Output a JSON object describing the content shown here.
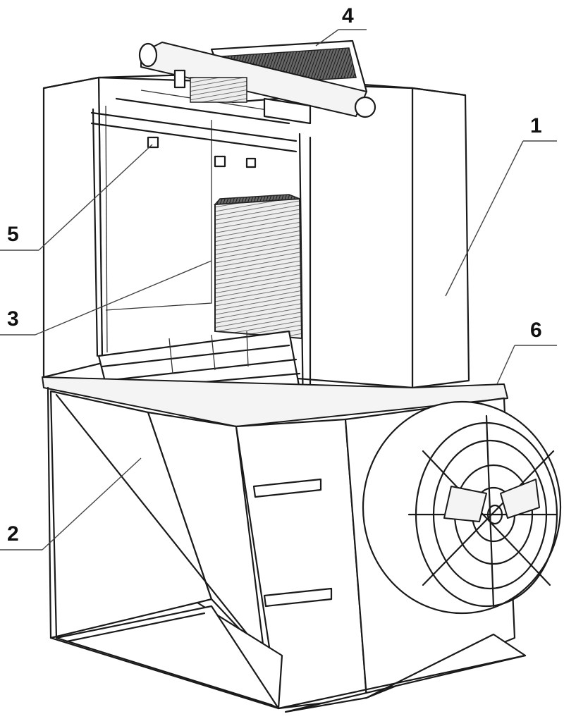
{
  "labels": {
    "l1": "1",
    "l2": "2",
    "l3": "3",
    "l4": "4",
    "l5": "5",
    "l6": "6"
  },
  "colors": {
    "line": "#1a1a1a",
    "background": "#ffffff"
  }
}
